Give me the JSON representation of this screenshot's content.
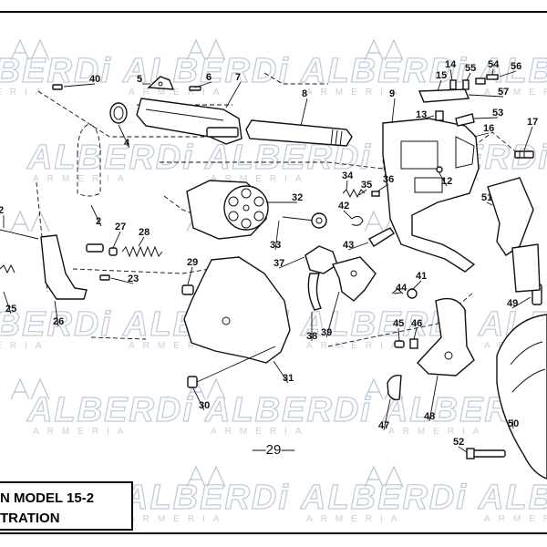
{
  "watermark": {
    "brand": "ALBERDi",
    "sub": "ARMERIA"
  },
  "title_box": {
    "line1": "N MODEL 15-2",
    "line2": "TRATION"
  },
  "page_number": "—29—",
  "part_numbers": [
    "2",
    "4",
    "5",
    "6",
    "7",
    "8",
    "9",
    "12",
    "13",
    "14",
    "15",
    "16",
    "17",
    "23",
    "25",
    "26",
    "27",
    "28",
    "29",
    "30",
    "31",
    "32",
    "33",
    "34",
    "35",
    "36",
    "37",
    "38",
    "39",
    "40",
    "41",
    "42",
    "43",
    "44",
    "45",
    "46",
    "47",
    "48",
    "49",
    "50",
    "51",
    "52",
    "53",
    "54",
    "55",
    "56",
    "57",
    "2",
    "2"
  ]
}
